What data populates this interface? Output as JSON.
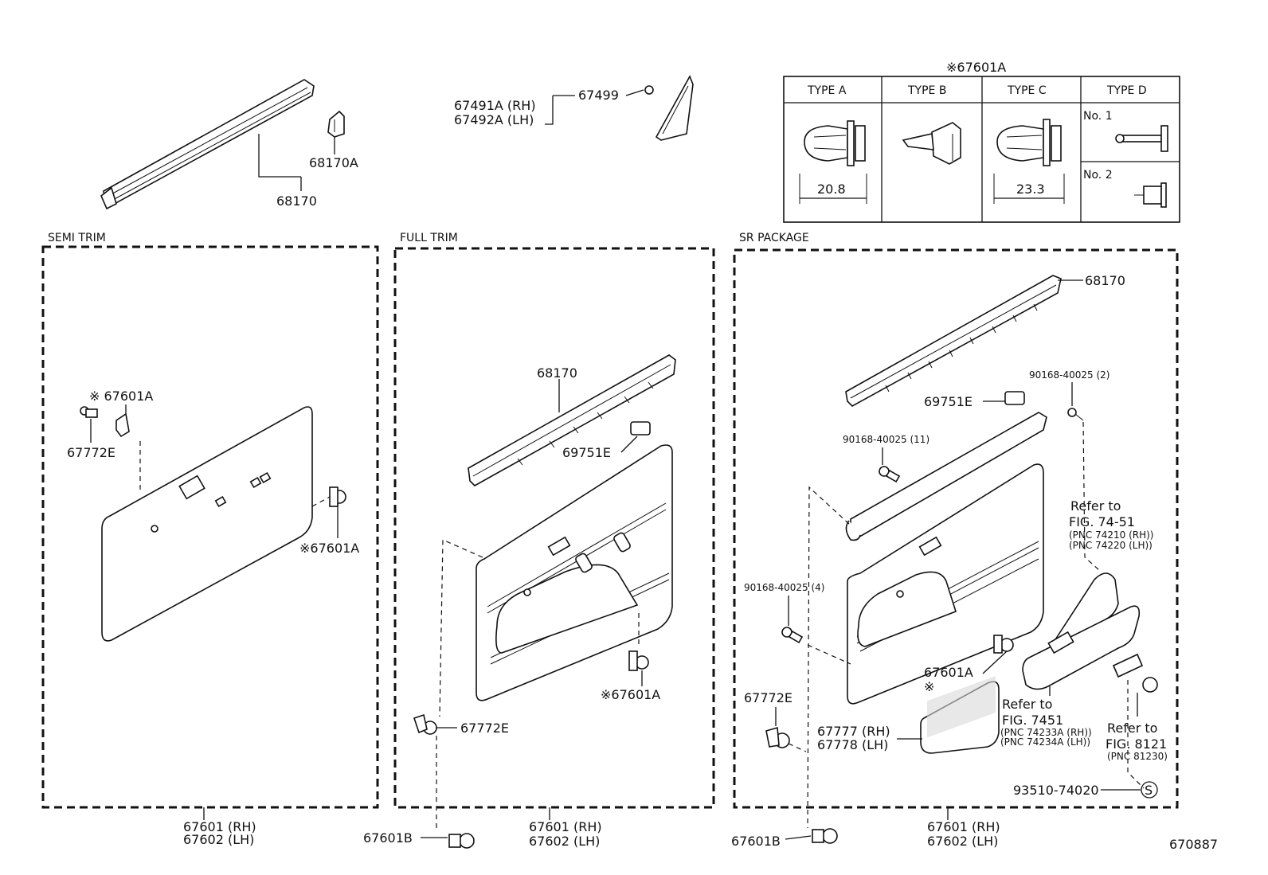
{
  "figure_number": "670887",
  "top": {
    "weatherstrip": {
      "part": "68170",
      "clip": "68170A"
    },
    "mirror_cover": {
      "rh": "67491A (RH)",
      "lh": "67492A (LH)",
      "screw": "67499"
    }
  },
  "clip_table": {
    "title": "※67601A",
    "types": [
      "TYPE A",
      "TYPE B",
      "TYPE C",
      "TYPE D"
    ],
    "type_a_dim": "20.8",
    "type_c_dim": "23.3",
    "type_d_no1": "No. 1",
    "type_d_no2": "No. 2"
  },
  "panels": {
    "semi": {
      "title": "SEMI TRIM",
      "clip_top": "※ 67601A",
      "screw": "67772E",
      "clip_side": "※67601A",
      "board_rh": "67601 (RH)",
      "board_lh": "67602 (LH)"
    },
    "full": {
      "title": "FULL TRIM",
      "weatherstrip": "68170",
      "knob": "69751E",
      "clip": "※67601A",
      "screw": "67772E",
      "bolt": "67601B",
      "board_rh": "67601 (RH)",
      "board_lh": "67602 (LH)"
    },
    "sr": {
      "title": "SR PACKAGE",
      "weatherstrip": "68170",
      "knob": "69751E",
      "screw_a": "90168-40025 (2)",
      "screw_b": "90168-40025 (11)",
      "screw_c": "90168-40025 (4)",
      "armrest_ref1": "Refer to",
      "armrest_ref2": "FIG. 74-51",
      "armrest_pnc1": "(PNC 74210 (RH))",
      "armrest_pnc2": "(PNC 74220 (LH))",
      "clip": "67601A",
      "clip_mark": "※",
      "screw": "67772E",
      "pocket_ref1": "Refer to",
      "pocket_ref2": "FIG. 7451",
      "pocket_pnc1": "(PNC 74233A (RH))",
      "pocket_pnc2": "(PNC 74234A (LH))",
      "lamp_ref1": "Refer to",
      "lamp_ref2": "FIG. 8121",
      "lamp_pnc": "(PNC 81230)",
      "pocket_rh": "67777 (RH)",
      "pocket_lh": "67778 (LH)",
      "screw_s": "93510-74020",
      "s_mark": "S",
      "bolt": "67601B",
      "board_rh": "67601 (RH)",
      "board_lh": "67602 (LH)"
    }
  }
}
